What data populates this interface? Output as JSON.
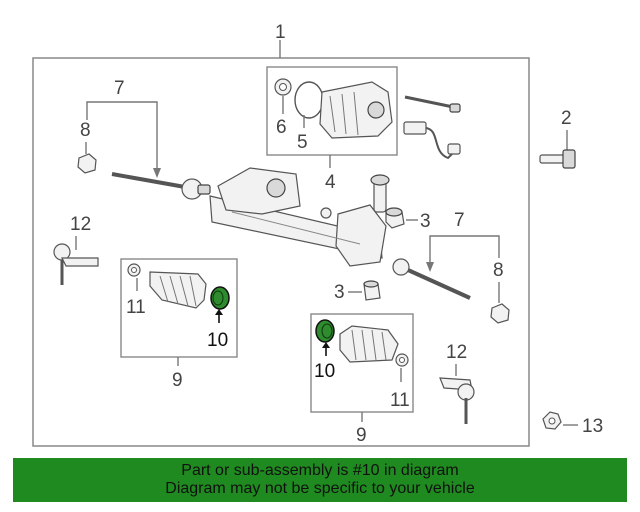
{
  "callouts": {
    "c1": "1",
    "c2": "2",
    "c3a": "3",
    "c3b": "3",
    "c4": "4",
    "c5": "5",
    "c6": "6",
    "c7a": "7",
    "c7b": "7",
    "c8a": "8",
    "c8b": "8",
    "c9a": "9",
    "c9b": "9",
    "c10a": "10",
    "c10b": "10",
    "c11a": "11",
    "c11b": "11",
    "c12a": "12",
    "c12b": "12",
    "c13": "13"
  },
  "banner": {
    "line1": "Part or sub-assembly is #10 in diagram",
    "line2": "Diagram may not be specific to your vehicle"
  },
  "colors": {
    "highlight_part": "#2e8b2e",
    "banner_bg": "#1f8a1f"
  }
}
